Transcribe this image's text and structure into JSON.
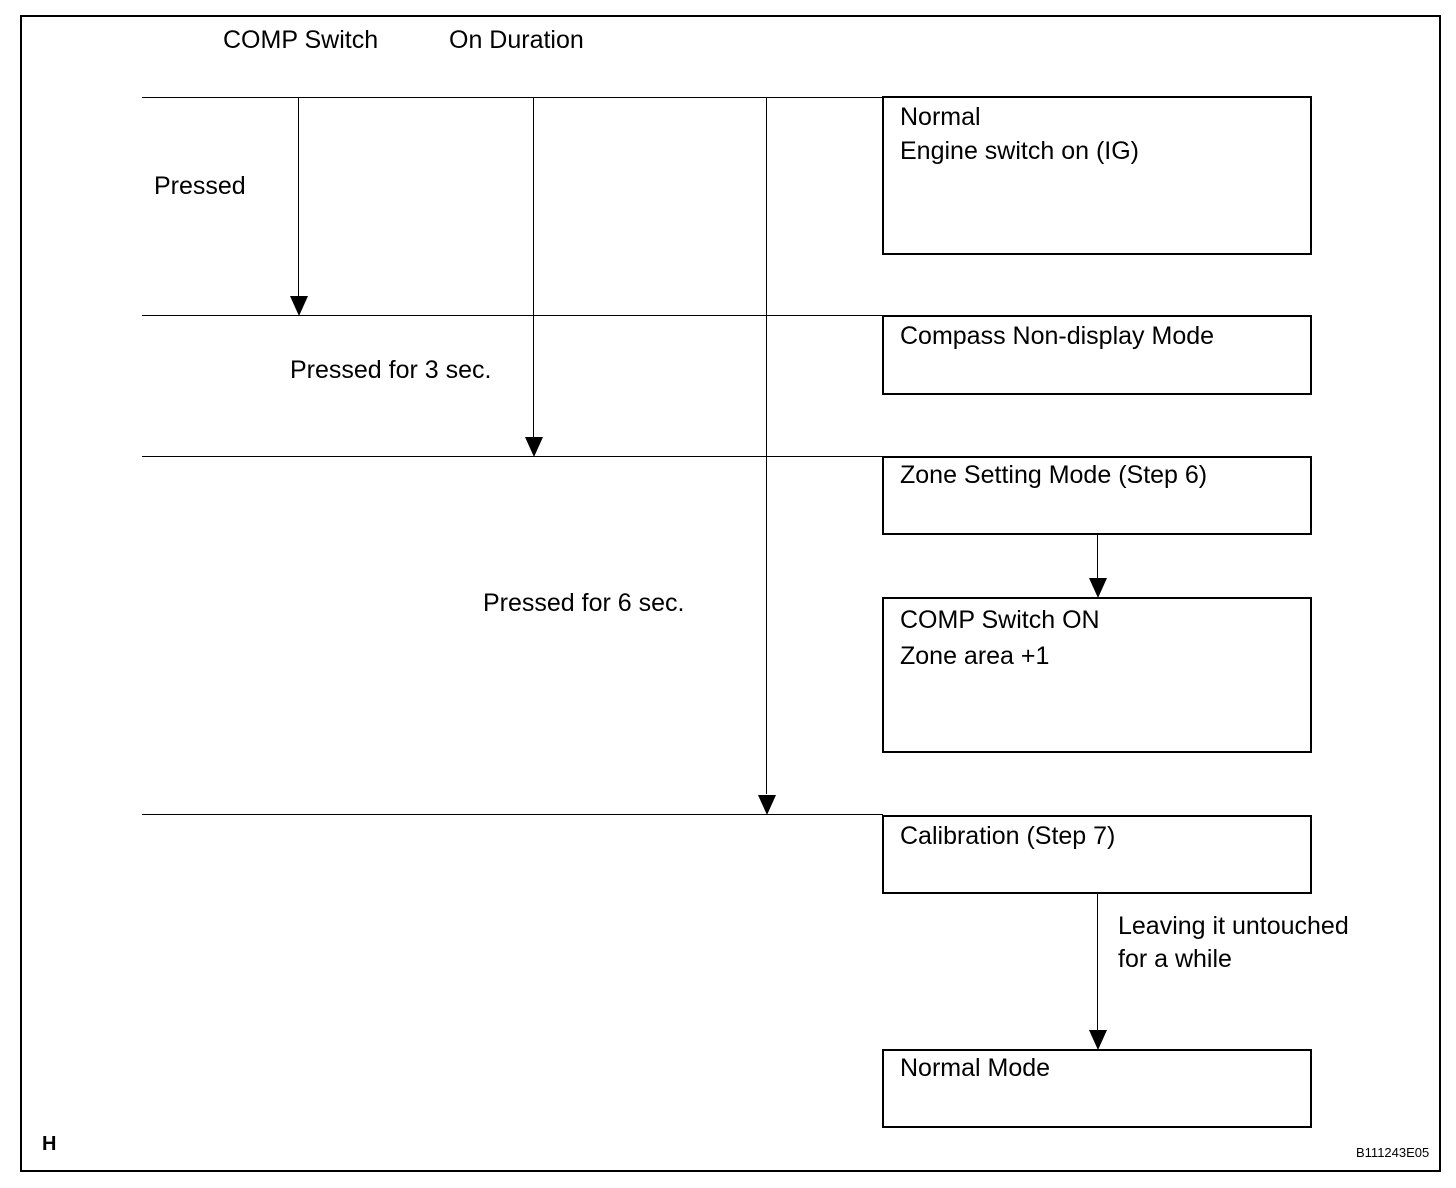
{
  "header": {
    "col_switch": "COMP Switch",
    "col_duration": "On Duration"
  },
  "transitions": {
    "pressed": "Pressed",
    "pressed_3s": "Pressed for 3 sec.",
    "pressed_6s": "Pressed for 6 sec.",
    "leave_line1": "Leaving it untouched",
    "leave_line2": "for a while"
  },
  "boxes": {
    "normal": {
      "line1": "Normal",
      "line2": "Engine switch on (IG)"
    },
    "compass_nondisplay": {
      "line1": "Compass Non-display Mode"
    },
    "zone_setting": {
      "line1": "Zone Setting Mode (Step 6)"
    },
    "comp_switch_on": {
      "line1": "COMP Switch ON",
      "line2": "Zone area +1"
    },
    "calibration": {
      "line1": "Calibration (Step 7)"
    },
    "normal_mode": {
      "line1": "Normal Mode"
    }
  },
  "footer": {
    "corner_letter": "H",
    "figure_id": "B111243E05"
  }
}
